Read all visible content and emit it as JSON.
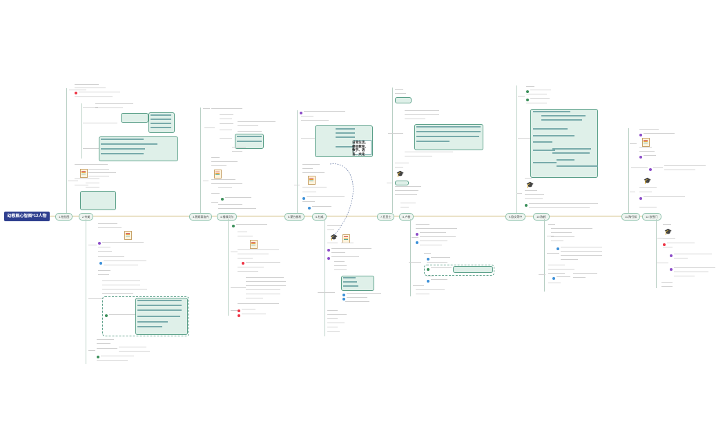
{
  "root": {
    "label": "幼教概心智图*12人物"
  },
  "nodes": [
    {
      "id": "n1",
      "label": "1.柏拉图"
    },
    {
      "id": "n2",
      "label": "2.夸美"
    },
    {
      "id": "n3",
      "label": "3.裴斯泰洛齐"
    },
    {
      "id": "n4",
      "label": "4.福禄贝尔"
    },
    {
      "id": "n5",
      "label": "5.蒙台梭利"
    },
    {
      "id": "n6",
      "label": "6.杜威"
    },
    {
      "id": "n7",
      "label": "7.亚里士"
    },
    {
      "id": "n8",
      "label": "8.卢梭"
    },
    {
      "id": "n9",
      "label": "9.欧文等中"
    },
    {
      "id": "n10",
      "label": "10.陈鹤"
    },
    {
      "id": "n11",
      "label": "11.陶行知"
    },
    {
      "id": "n12",
      "label": "12.张雪门"
    }
  ],
  "callouts": [
    {
      "label": "日常生活、\n感官教育、\n数学、语\n言、文化"
    }
  ],
  "misc": [
    {
      "label": "主张"
    },
    {
      "label": "著作"
    },
    {
      "label": "思想"
    },
    {
      "label": "教育目的"
    },
    {
      "label": "教育内容"
    },
    {
      "label": "教育方法"
    },
    {
      "label": "地位"
    }
  ]
}
